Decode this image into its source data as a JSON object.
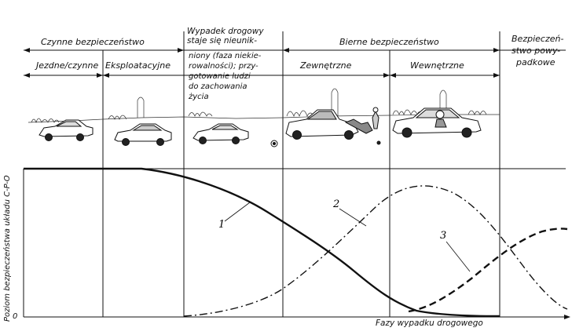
{
  "headers": {
    "active_safety": "Czynne bezpieczeństwo",
    "accident_phase": "Wypadek drogowy staje się nieunik-",
    "passive_safety": "Bierne bezpieczeństwo",
    "post_accident_line1": "Bezpieczeń-",
    "post_accident_line2": "stwo powy-",
    "post_accident_line3": "padkowe"
  },
  "subheaders": {
    "driving": "Jezdne/czynne",
    "operational": "Eksploatacyjne",
    "external": "Zewnętrzne",
    "internal": "Wewnętrzne"
  },
  "note_lines": [
    "niony (faza niekie-",
    "rowalności); przy-",
    "gotowanie ludzi",
    "do zachowania",
    "życia"
  ],
  "y_axis_label": "Poziom bezpieczeństwa układu C-P-O",
  "x_axis_label": "Fazy wypadku drogowego",
  "y_origin_label": "0",
  "curves": [
    {
      "label": "1",
      "style": "solid"
    },
    {
      "label": "2",
      "style": "dash-dot"
    },
    {
      "label": "3",
      "style": "dashed"
    }
  ],
  "illustrations": {
    "driving_car": "car-driving-icon",
    "operational_car": "car-parked-icon",
    "unavoidable_car": "car-braking-icon",
    "collision": "car-collision-icon",
    "occupant_car": "car-occupant-icon"
  }
}
